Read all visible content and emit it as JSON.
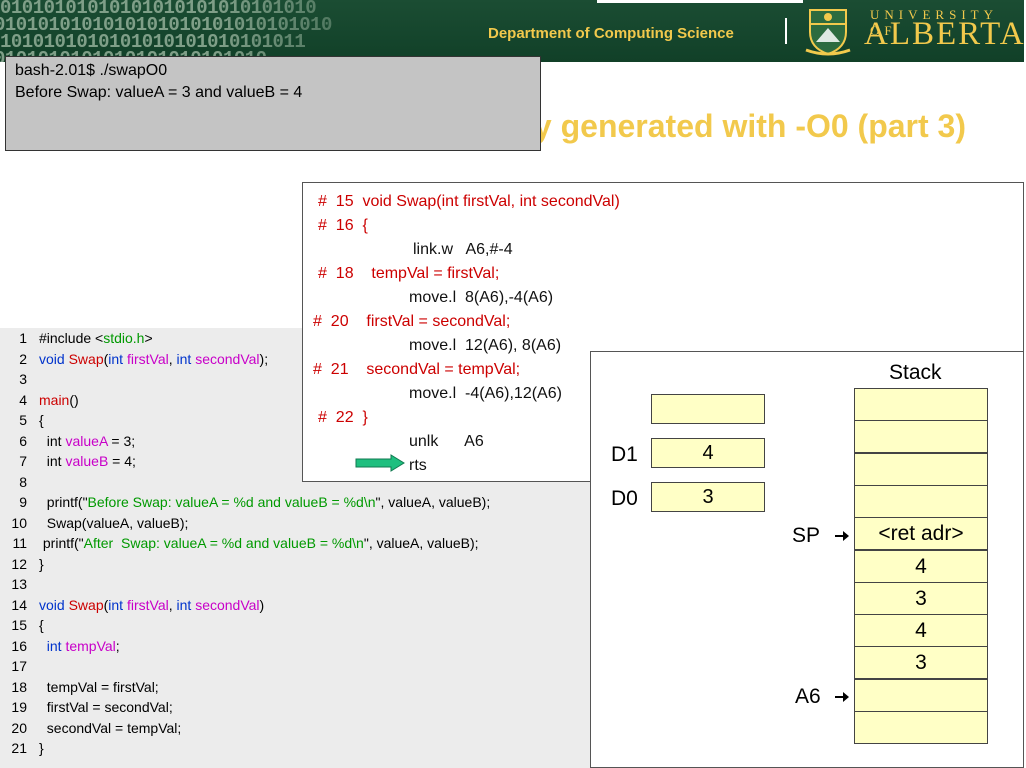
{
  "header": {
    "binary_rows": [
      "01010101010101010101010101010",
      "0101010101010101010101010101010",
      "1010101010101010101010101011",
      "0101010101010101010101010"
    ],
    "department": "Department of Computing Science",
    "university_top": "UNIVERSITY OF",
    "university_main": "ALBERTA",
    "colors": {
      "background": "#174a30",
      "accent": "#f2c94c"
    }
  },
  "slide": {
    "title": "Assembly generated with -O0 (part 3)"
  },
  "terminal": {
    "lines": [
      "bash-2.01$ ./swapO0",
      "Before Swap: valueA = 3 and valueB = 4"
    ]
  },
  "source": {
    "lines": [
      {
        "n": "1",
        "parts": [
          {
            "t": "#include <"
          },
          {
            "t": "stdio.h",
            "c": "s"
          },
          {
            "t": ">"
          }
        ]
      },
      {
        "n": "2",
        "parts": [
          {
            "t": "void ",
            "c": "k"
          },
          {
            "t": "Swap",
            "c": "f"
          },
          {
            "t": "("
          },
          {
            "t": "int ",
            "c": "k"
          },
          {
            "t": "firstVal",
            "c": "v"
          },
          {
            "t": ", "
          },
          {
            "t": "int ",
            "c": "k"
          },
          {
            "t": "secondVal",
            "c": "v"
          },
          {
            "t": ");"
          }
        ]
      },
      {
        "n": "3",
        "parts": []
      },
      {
        "n": "4",
        "parts": [
          {
            "t": "main",
            "c": "f"
          },
          {
            "t": "()"
          }
        ]
      },
      {
        "n": "5",
        "parts": [
          {
            "t": "{"
          }
        ]
      },
      {
        "n": "6",
        "parts": [
          {
            "t": "  int "
          },
          {
            "t": "valueA",
            "c": "v"
          },
          {
            "t": " = 3;"
          }
        ]
      },
      {
        "n": "7",
        "parts": [
          {
            "t": "  int "
          },
          {
            "t": "valueB",
            "c": "v"
          },
          {
            "t": " = 4;"
          }
        ]
      },
      {
        "n": "8",
        "parts": []
      },
      {
        "n": "9",
        "parts": [
          {
            "t": "  printf(\""
          },
          {
            "t": "Before Swap: valueA = %d and valueB = %d\\n",
            "c": "s"
          },
          {
            "t": "\", valueA, valueB);"
          }
        ]
      },
      {
        "n": "10",
        "parts": [
          {
            "t": "  Swap(valueA, valueB);"
          }
        ]
      },
      {
        "n": "11",
        "parts": [
          {
            "t": " printf(\""
          },
          {
            "t": "After  Swap: valueA = %d and valueB = %d\\n",
            "c": "s"
          },
          {
            "t": "\", valueA, valueB);"
          }
        ]
      },
      {
        "n": "12",
        "parts": [
          {
            "t": "}"
          }
        ]
      },
      {
        "n": "13",
        "parts": []
      },
      {
        "n": "14",
        "parts": [
          {
            "t": "void ",
            "c": "k"
          },
          {
            "t": "Swap",
            "c": "f"
          },
          {
            "t": "("
          },
          {
            "t": "int ",
            "c": "k"
          },
          {
            "t": "firstVal",
            "c": "v"
          },
          {
            "t": ", "
          },
          {
            "t": "int ",
            "c": "k"
          },
          {
            "t": "secondVal",
            "c": "v"
          },
          {
            "t": ")"
          }
        ]
      },
      {
        "n": "15",
        "parts": [
          {
            "t": "{"
          }
        ]
      },
      {
        "n": "16",
        "parts": [
          {
            "t": "  "
          },
          {
            "t": "int ",
            "c": "k"
          },
          {
            "t": "tempVal",
            "c": "v"
          },
          {
            "t": ";"
          }
        ]
      },
      {
        "n": "17",
        "parts": []
      },
      {
        "n": "18",
        "parts": [
          {
            "t": "  tempVal = firstVal;"
          }
        ]
      },
      {
        "n": "19",
        "parts": [
          {
            "t": "  firstVal = secondVal;"
          }
        ]
      },
      {
        "n": "20",
        "parts": [
          {
            "t": "  secondVal = tempVal;"
          }
        ]
      },
      {
        "n": "21",
        "parts": [
          {
            "t": "}"
          }
        ]
      }
    ]
  },
  "assembly": {
    "lines": [
      {
        "text": "#  15  void Swap(int firstVal, int secondVal)",
        "kind": "c"
      },
      {
        "text": "#  16  {",
        "kind": "c"
      },
      {
        "text": "link.w   A6,#-4",
        "kind": "i"
      },
      {
        "text": "#  18    tempVal = firstVal;",
        "kind": "c"
      },
      {
        "text": "move.l  8(A6),-4(A6)",
        "kind": "i"
      },
      {
        "text": "#  20    firstVal = secondVal;",
        "kind": "c"
      },
      {
        "text": "move.l  12(A6), 8(A6)",
        "kind": "i"
      },
      {
        "text": "#  21    secondVal = tempVal;",
        "kind": "c"
      },
      {
        "text": "move.l  -4(A6),12(A6)",
        "kind": "i"
      },
      {
        "text": "#  22  }",
        "kind": "c"
      },
      {
        "text": "unlk      A6",
        "kind": "i"
      },
      {
        "text": "rts",
        "kind": "i"
      }
    ],
    "current_instruction": "rts"
  },
  "registers": [
    {
      "name": "",
      "value": ""
    },
    {
      "name": "D1",
      "value": "4"
    },
    {
      "name": "D0",
      "value": "3"
    }
  ],
  "stack": {
    "title": "Stack",
    "cells": [
      "",
      "",
      "",
      "",
      "<ret adr>",
      "4",
      "3",
      "4",
      "3",
      "",
      ""
    ],
    "pointers": [
      {
        "name": "SP",
        "cell": 4
      },
      {
        "name": "A6",
        "cell": 9
      }
    ]
  }
}
